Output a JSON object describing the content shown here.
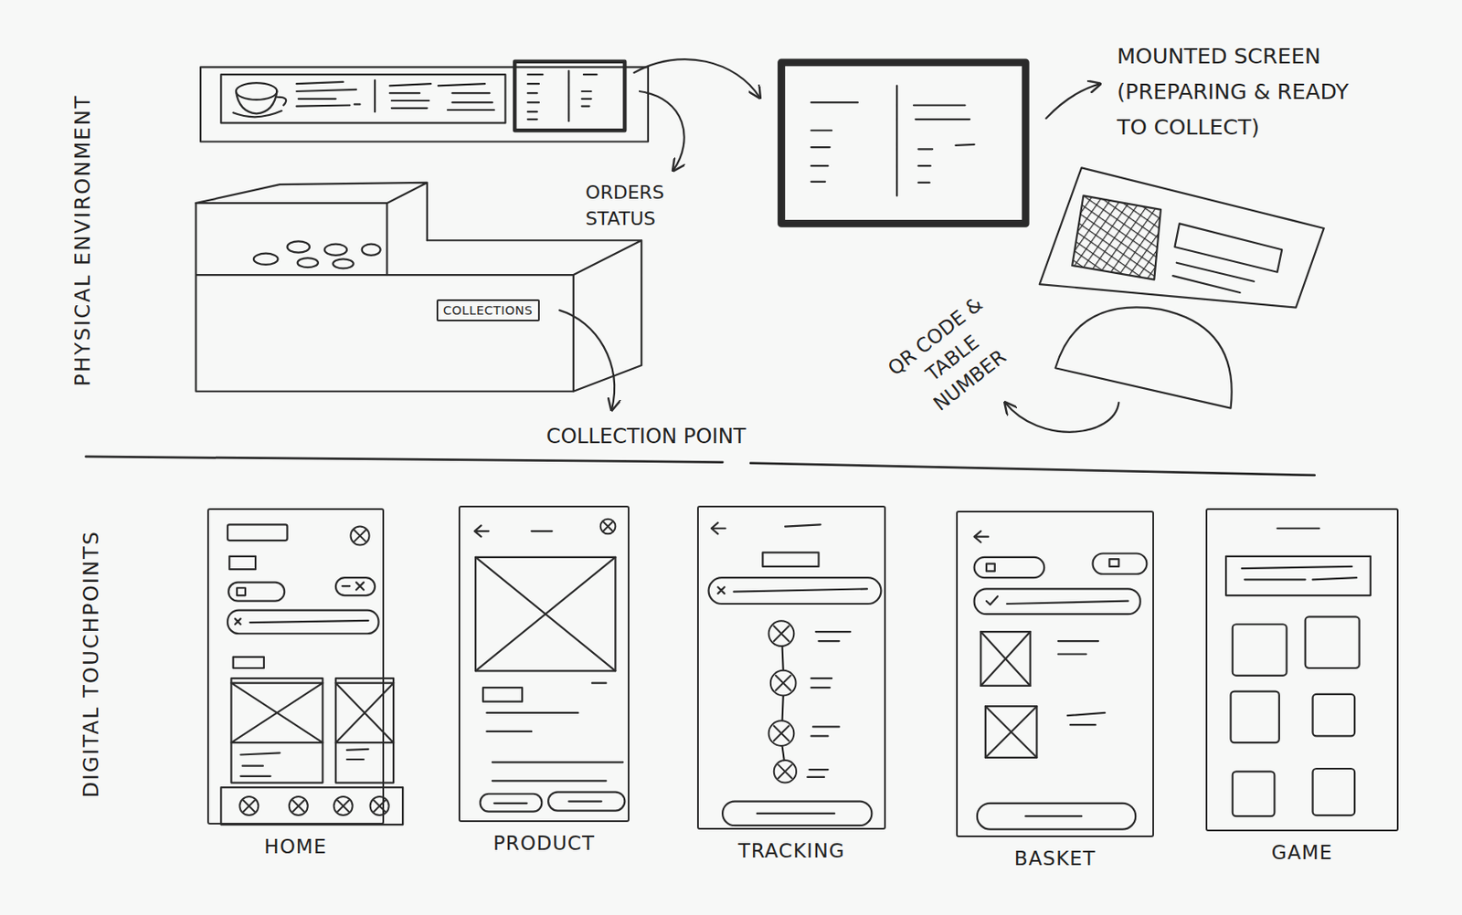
{
  "diagram": {
    "nodes": [
      {
        "text": [
          "COLLECTIONS"
        ]
      },
      {
        "text": [
          "HOME"
        ]
      },
      {
        "text": [
          "PRODUCT"
        ]
      },
      {
        "text": [
          "TRACKING"
        ]
      },
      {
        "text": [
          "BASKET"
        ]
      },
      {
        "text": [
          "GAME"
        ]
      }
    ],
    "labels": [
      "PHYSICAL ENVIRONMENT",
      "ORDERS STATUS",
      "MOUNTED SCREEN (PREPARING & READY TO COLLECT)",
      "QR CODE & TABLE NUMBER",
      "COLLECTION POINT",
      "DIGITAL TOUCHPOINTS"
    ]
  }
}
